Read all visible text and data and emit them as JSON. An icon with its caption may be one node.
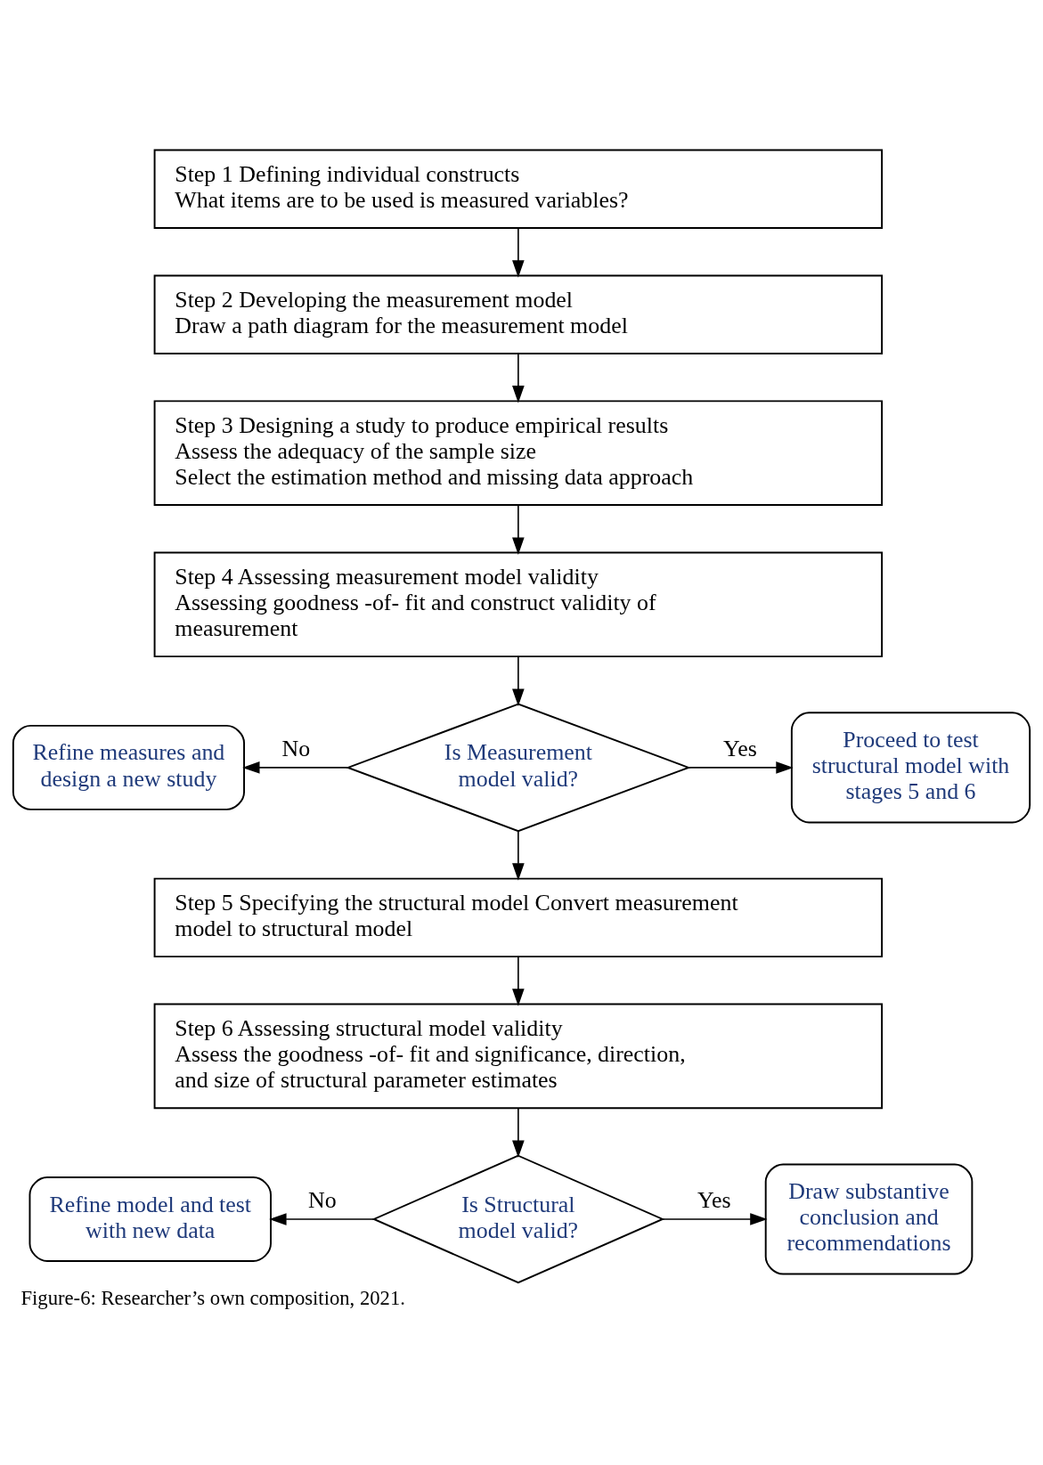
{
  "diagram": {
    "caption": "Figure-6: Researcher’s own composition, 2021.",
    "nodes": [
      {
        "text": [
          "Step 1 Defining individual constructs",
          "What items are to be used is measured variables?"
        ]
      },
      {
        "text": [
          "Step 2 Developing the measurement model",
          "Draw a path diagram for the measurement model"
        ]
      },
      {
        "text": [
          "Step 3 Designing a study to produce empirical results",
          "Assess the adequacy of the sample size",
          "Select the estimation method and missing data approach"
        ]
      },
      {
        "text": [
          "Step 4 Assessing measurement model validity",
          "Assessing goodness -of- fit and construct validity of measurement"
        ]
      },
      {
        "text": [
          "Is Measurement model valid?"
        ]
      },
      {
        "text": [
          "Refine measures and design a new study"
        ]
      },
      {
        "text": [
          "Proceed to test structural model with stages 5 and 6"
        ]
      },
      {
        "text": [
          "Step 5 Specifying the structural model Convert measurement model to structural model"
        ]
      },
      {
        "text": [
          "Step 6 Assessing structural model validity",
          "Assess the goodness -of- fit and significance, direction, and size of structural parameter estimates"
        ]
      },
      {
        "text": [
          "Is Structural model valid?"
        ]
      },
      {
        "text": [
          "Refine model and test with new data"
        ]
      },
      {
        "text": [
          "Draw substantive conclusion and recommendations"
        ]
      }
    ],
    "edges": [
      {
        "from": 0,
        "to": 1,
        "arrow": "to"
      },
      {
        "from": 1,
        "to": 2,
        "arrow": "to"
      },
      {
        "from": 2,
        "to": 3,
        "arrow": "to"
      },
      {
        "from": 3,
        "to": 4,
        "arrow": "to"
      },
      {
        "from": 4,
        "to": 5,
        "arrow": "to",
        "label": "No"
      },
      {
        "from": 4,
        "to": 6,
        "arrow": "to",
        "label": "Yes"
      },
      {
        "from": 4,
        "to": 7,
        "arrow": "to"
      },
      {
        "from": 7,
        "to": 8,
        "arrow": "to"
      },
      {
        "from": 8,
        "to": 9,
        "arrow": "to"
      },
      {
        "from": 9,
        "to": 10,
        "arrow": "to",
        "label": "No"
      },
      {
        "from": 9,
        "to": 11,
        "arrow": "to",
        "label": "Yes"
      }
    ]
  }
}
